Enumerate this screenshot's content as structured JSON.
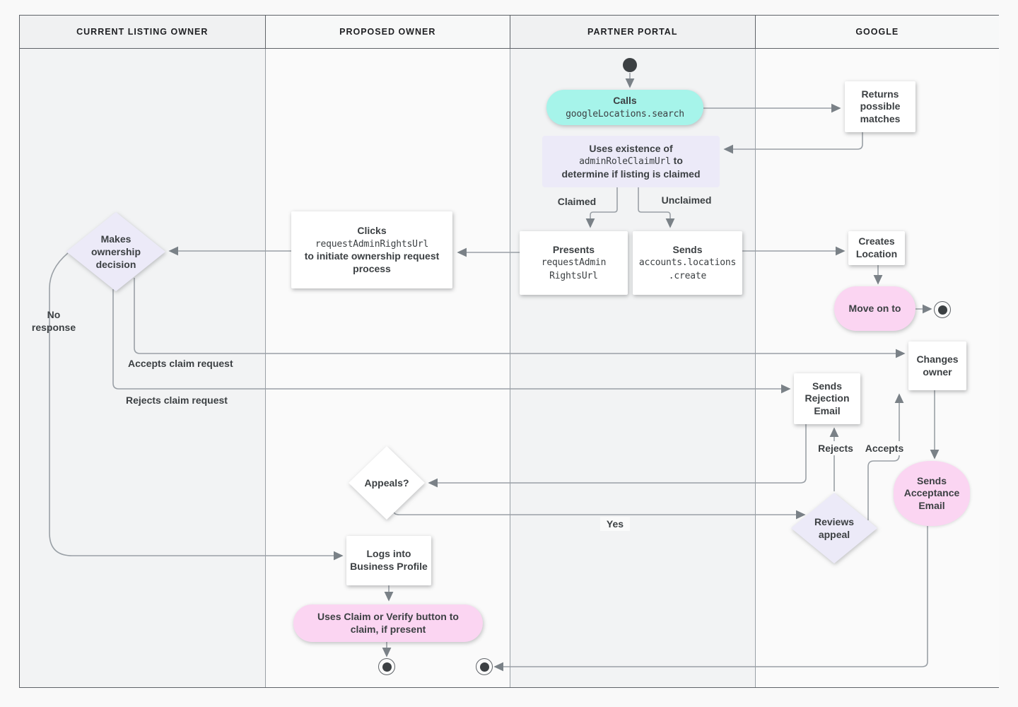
{
  "lanes": [
    {
      "label": "CURRENT LISTING OWNER"
    },
    {
      "label": "PROPOSED OWNER"
    },
    {
      "label": "PARTNER PORTAL"
    },
    {
      "label": "GOOGLE"
    }
  ],
  "nodes": {
    "calls": {
      "title": "Calls",
      "code": "googleLocations.search"
    },
    "returns_matches": {
      "text": "Returns possible matches"
    },
    "uses_existence": {
      "line1": "Uses existence of",
      "code": "adminRoleClaimUrl",
      "after_code": "to",
      "line2": "determine if listing is claimed"
    },
    "presents": {
      "title": "Presents",
      "code1": "requestAdmin",
      "code2": "RightsUrl"
    },
    "sends_create": {
      "title": "Sends",
      "code1": "accounts.locations",
      "code2": ".create"
    },
    "creates_location": {
      "text": "Creates Location"
    },
    "move_on": {
      "text": "Move on to"
    },
    "clicks": {
      "title": "Clicks",
      "code": "requestAdminRightsUrl",
      "rest": "to initiate ownership request process"
    },
    "makes_decision": {
      "text": "Makes ownership decision"
    },
    "changes_owner": {
      "text": "Changes owner"
    },
    "sends_rejection": {
      "text": "Sends Rejection Email"
    },
    "sends_acceptance": {
      "text": "Sends Acceptance Email"
    },
    "appeals": {
      "text": "Appeals?"
    },
    "reviews_appeal": {
      "text": "Reviews appeal"
    },
    "logs_into": {
      "text": "Logs into Business Profile"
    },
    "claim_verify": {
      "text": "Uses Claim or Verify button to claim, if present"
    }
  },
  "edge_labels": {
    "claimed": "Claimed",
    "unclaimed": "Unclaimed",
    "no_response": "No response",
    "accepts_claim": "Accepts claim request",
    "rejects_claim": "Rejects claim request",
    "rejects": "Rejects",
    "accepts": "Accepts",
    "yes": "Yes"
  },
  "colors": {
    "teal": "#a6f4ea",
    "lavender": "#eceaf8",
    "pink": "#fbd5f2",
    "line": "#9aa0a6",
    "arrow": "#7a8187",
    "text": "#3c4043",
    "node-dark": "#3c4043",
    "dark-border": "#5f6368"
  }
}
